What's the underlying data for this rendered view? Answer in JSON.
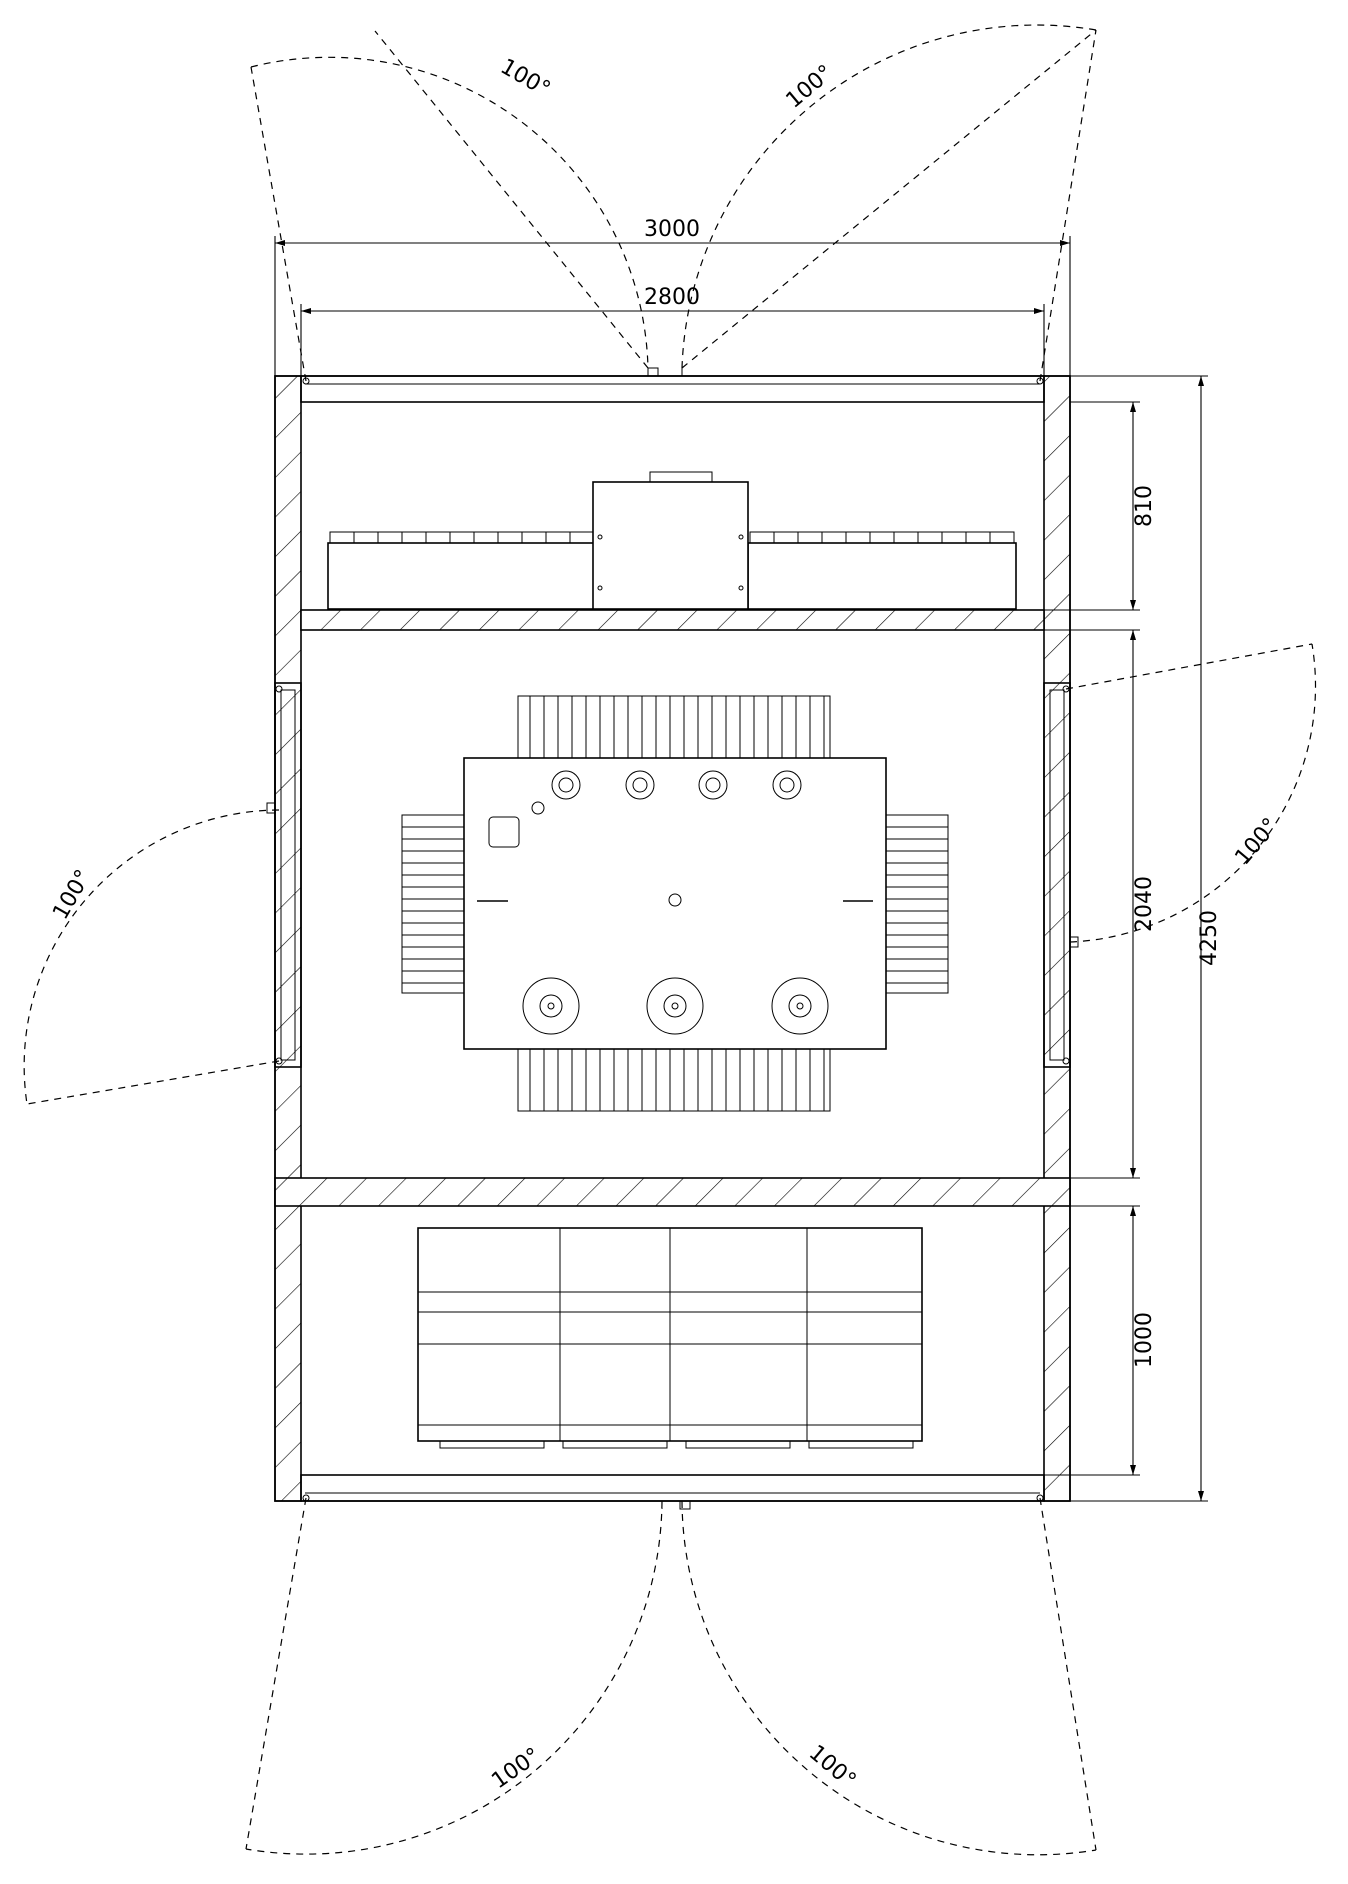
{
  "dimensions": {
    "total_width": "3000",
    "inner_width": "2800",
    "total_length": "4250",
    "top_compartment": "810",
    "middle_compartment": "2040",
    "bottom_compartment": "1000"
  },
  "door_angles": {
    "top_left": "100°",
    "top_right": "100°",
    "left": "100°",
    "right": "100°",
    "bottom_left": "100°",
    "bottom_right": "100°"
  }
}
